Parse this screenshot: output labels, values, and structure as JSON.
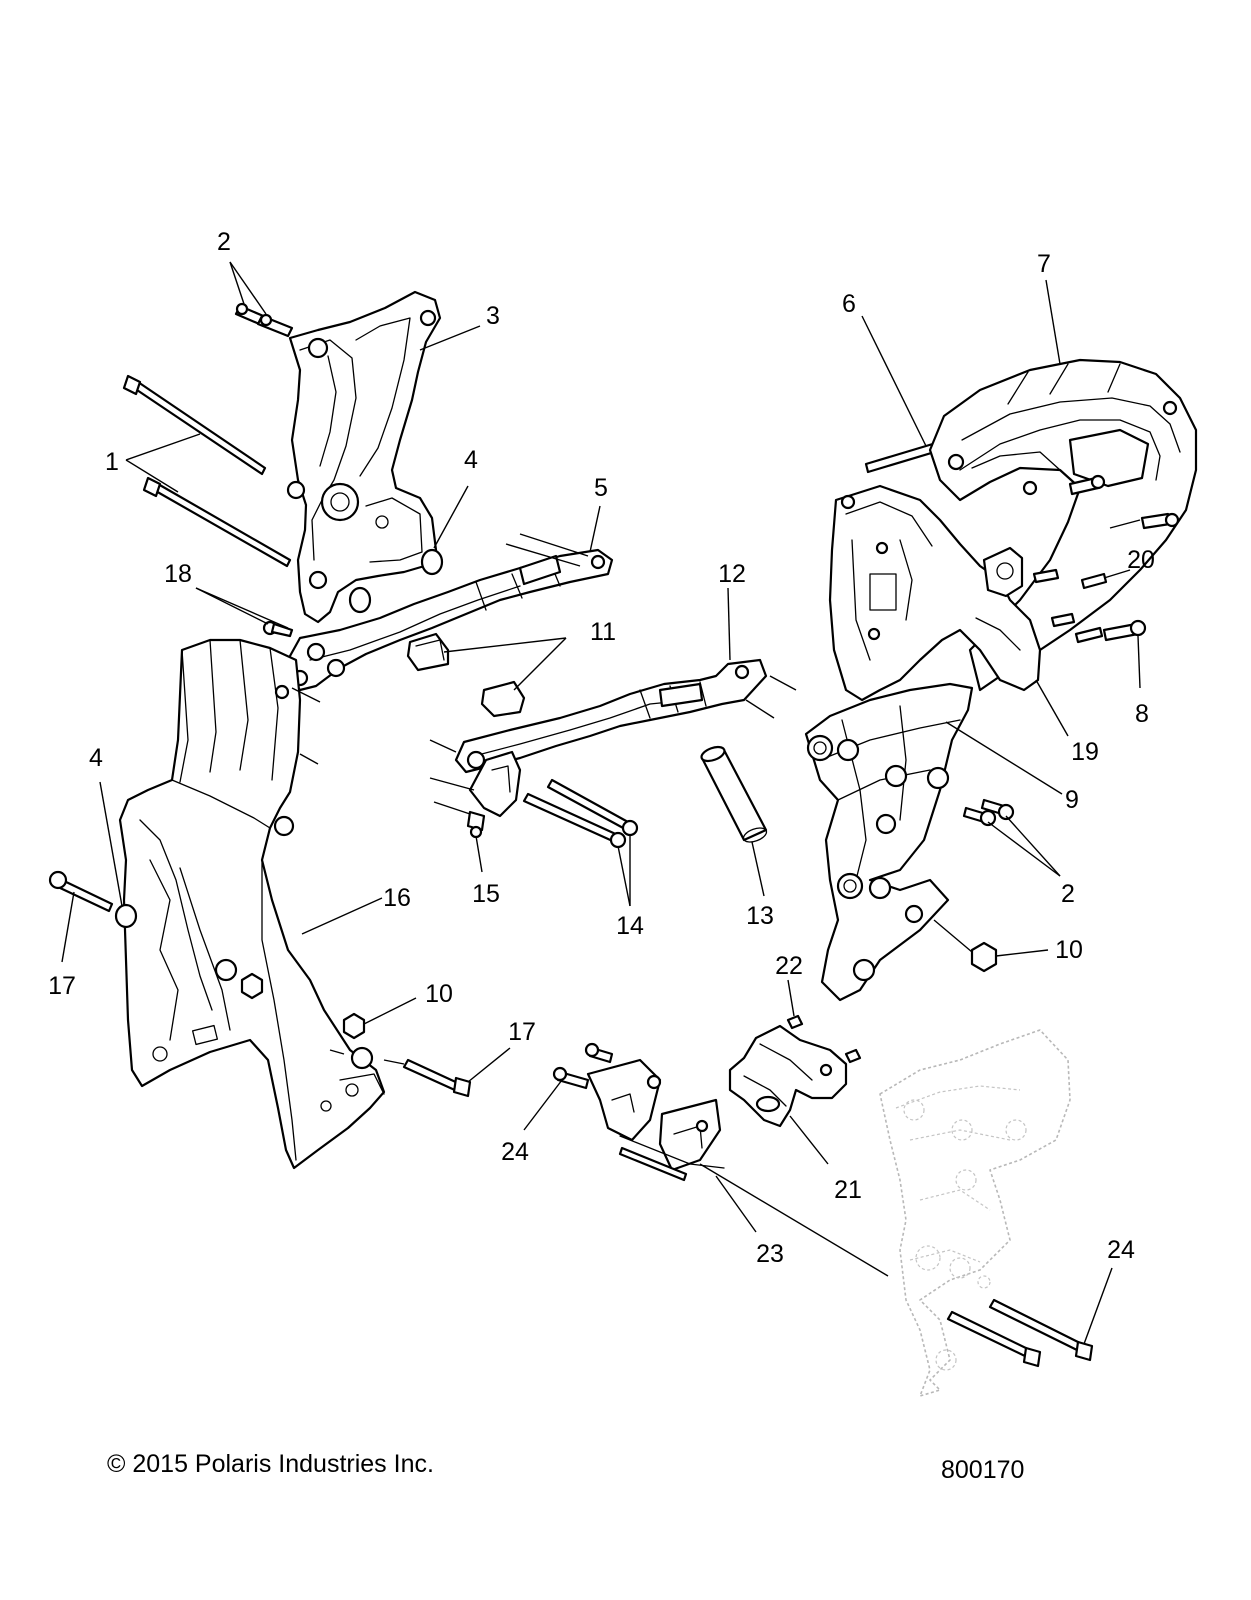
{
  "callouts": [
    {
      "id": "c2a",
      "label": "2"
    },
    {
      "id": "c3",
      "label": "3"
    },
    {
      "id": "c1",
      "label": "1"
    },
    {
      "id": "c4a",
      "label": "4"
    },
    {
      "id": "c5",
      "label": "5"
    },
    {
      "id": "c18",
      "label": "18"
    },
    {
      "id": "c11",
      "label": "11"
    },
    {
      "id": "c12",
      "label": "12"
    },
    {
      "id": "c6",
      "label": "6"
    },
    {
      "id": "c7",
      "label": "7"
    },
    {
      "id": "c20",
      "label": "20"
    },
    {
      "id": "c8",
      "label": "8"
    },
    {
      "id": "c19",
      "label": "19"
    },
    {
      "id": "c9",
      "label": "9"
    },
    {
      "id": "c2b",
      "label": "2"
    },
    {
      "id": "c10a",
      "label": "10"
    },
    {
      "id": "c4b",
      "label": "4"
    },
    {
      "id": "c16",
      "label": "16"
    },
    {
      "id": "c17a",
      "label": "17"
    },
    {
      "id": "c15",
      "label": "15"
    },
    {
      "id": "c14",
      "label": "14"
    },
    {
      "id": "c13",
      "label": "13"
    },
    {
      "id": "c10b",
      "label": "10"
    },
    {
      "id": "c17b",
      "label": "17"
    },
    {
      "id": "c22",
      "label": "22"
    },
    {
      "id": "c24a",
      "label": "24"
    },
    {
      "id": "c21",
      "label": "21"
    },
    {
      "id": "c23",
      "label": "23"
    },
    {
      "id": "c24b",
      "label": "24"
    }
  ],
  "footer": {
    "copyright": "© 2015 Polaris Industries Inc.",
    "drawing_number": "800170"
  }
}
